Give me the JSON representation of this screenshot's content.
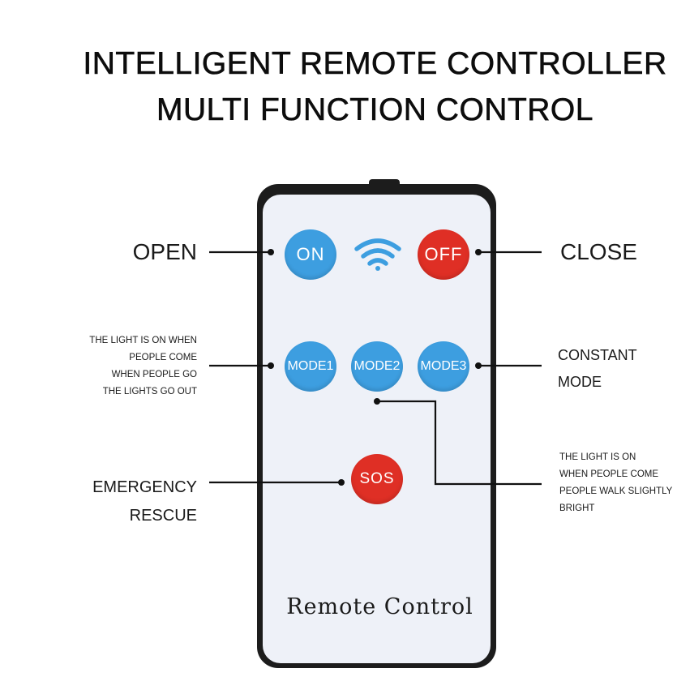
{
  "title_line1": "INTELLIGENT REMOTE CONTROLLER",
  "title_line2": "MULTI FUNCTION CONTROL",
  "remote": {
    "brand_text": "Remote Control",
    "buttons": {
      "on": "ON",
      "off": "OFF",
      "mode1": "MODE1",
      "mode2": "MODE2",
      "mode3": "MODE3",
      "sos": "SOS"
    },
    "icon": "wifi-signal-icon"
  },
  "callouts": {
    "open": "OPEN",
    "close": "CLOSE",
    "mode1_desc": [
      "THE LIGHT IS ON WHEN",
      "PEOPLE COME",
      "WHEN PEOPLE GO",
      "THE LIGHTS GO OUT"
    ],
    "mode3_desc": [
      "CONSTANT",
      "MODE"
    ],
    "mode2_desc": [
      "THE LIGHT IS ON",
      "WHEN PEOPLE COME",
      "PEOPLE WALK SLIGHTLY",
      "BRIGHT"
    ],
    "sos_desc": [
      "EMERGENCY",
      "RESCUE"
    ]
  },
  "colors": {
    "blue_button": "#3d9ee0",
    "red_button": "#df2f25",
    "remote_body": "#1c1c1c",
    "remote_face": "#eef1f8"
  }
}
